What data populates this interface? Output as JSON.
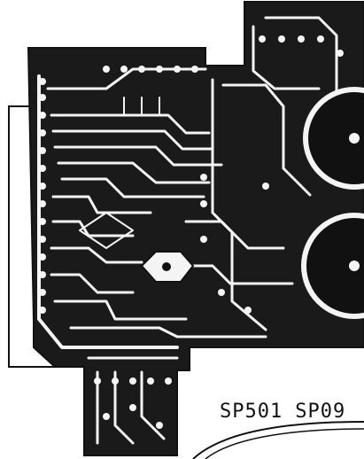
{
  "diagram": {
    "type": "pcb-layout-scan",
    "ink_color": "#111111",
    "paper_color": "#ffffff",
    "labels": [
      "SP501",
      "SP09"
    ]
  }
}
